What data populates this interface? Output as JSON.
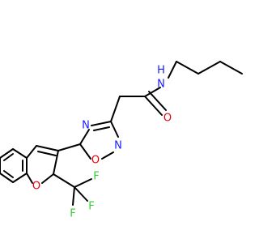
{
  "colors": {
    "carbon": "#000000",
    "nitrogen": "#1a1aff",
    "oxygen": "#e8000b",
    "fluorine": "#33cc33",
    "background": "#ffffff"
  },
  "atom_labels": {
    "amide_n": "N",
    "amide_h": "H",
    "carbonyl_o": "O",
    "oxadiazole_n3": "N",
    "oxadiazole_n2": "N",
    "oxadiazole_o1": "O",
    "chromene_o": "O",
    "fluorine_1": "F",
    "fluorine_2": "F",
    "fluorine_3": "F"
  }
}
